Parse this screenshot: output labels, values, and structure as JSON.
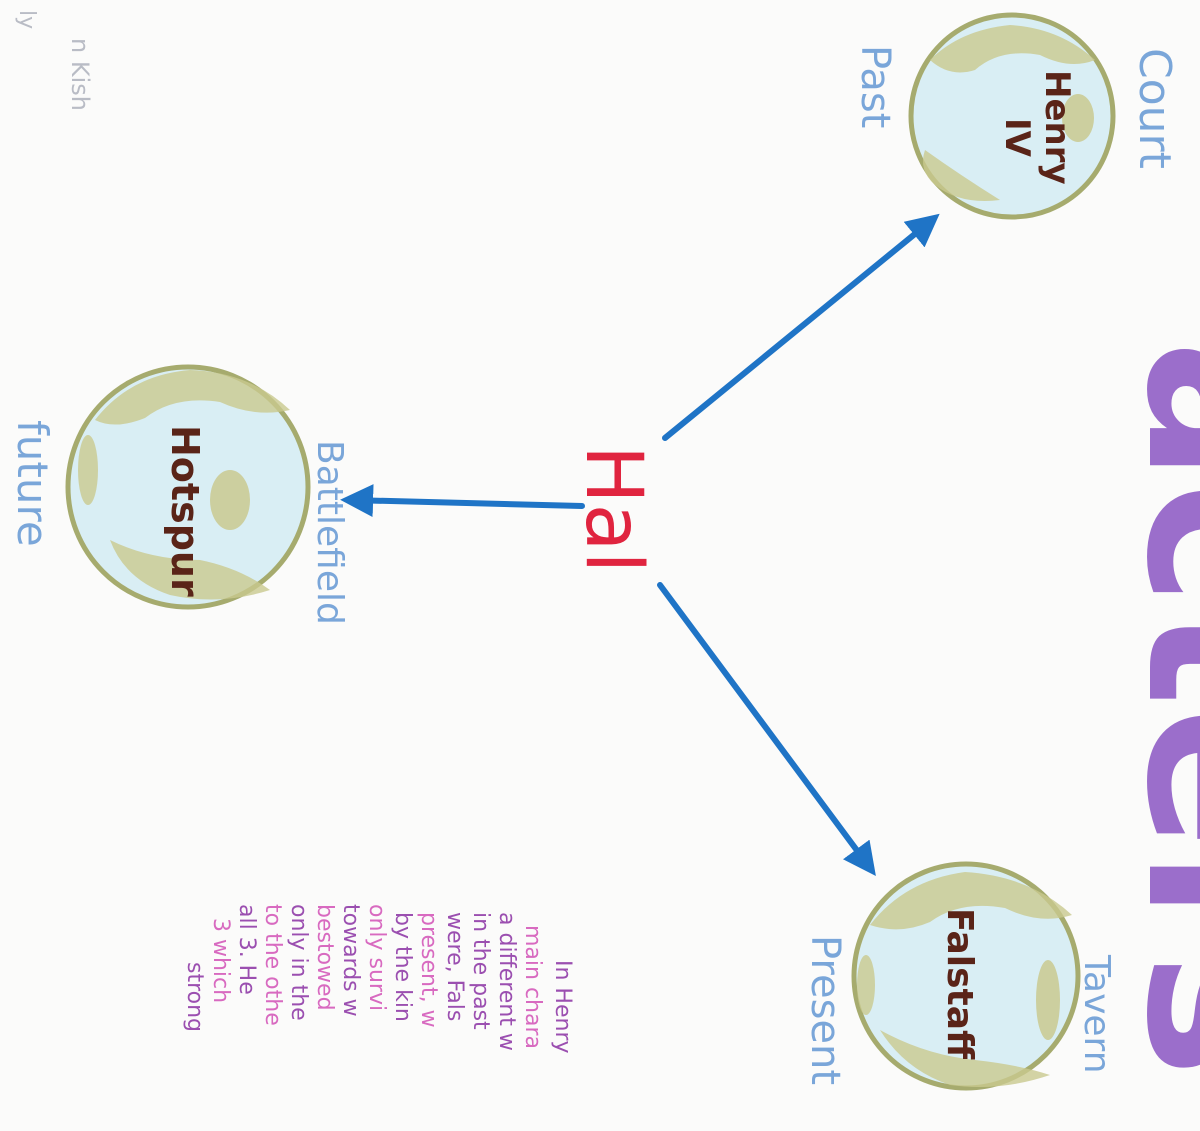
{
  "colors": {
    "paper": "#fbfbfa",
    "arrow": "#1f74c6",
    "hal": "#e0243f",
    "planet_ring": "#a6ab6e",
    "planet_land": "#c9c98f",
    "planet_ocean": "#d9eef4",
    "planet_label": "#5a2418",
    "place_label": "#7aa6d9",
    "title": "#8a55c2",
    "note_pink": "#d86ac0",
    "note_purple": "#9b4fb0",
    "margin_note": "#b9bcc5"
  },
  "center": {
    "label": "Hal"
  },
  "nodes": [
    {
      "id": "henry",
      "name": "Henry IV",
      "name_lines": [
        "Henry",
        "IV"
      ],
      "place": "Court",
      "time": "Past"
    },
    {
      "id": "hotspur",
      "name": "Hotspur",
      "name_lines": [
        "Hotspur"
      ],
      "place": "Battlefield",
      "time": "future"
    },
    {
      "id": "falstaff",
      "name": "Falstaff",
      "name_lines": [
        "Falstaff"
      ],
      "place": "Tavern",
      "time": "Present"
    }
  ],
  "title_fragment": "acters",
  "margin_note": {
    "line1": "n Kish",
    "line2": "ly"
  },
  "note": {
    "lines": [
      "In Henry",
      "main chara",
      "a different w",
      "in the past",
      "were, Fals",
      "present, w",
      "by the kin",
      "only survi",
      "towards w",
      "bestowed",
      "only in the",
      "to the othe",
      "all 3. He",
      "3 which",
      "strong"
    ]
  }
}
